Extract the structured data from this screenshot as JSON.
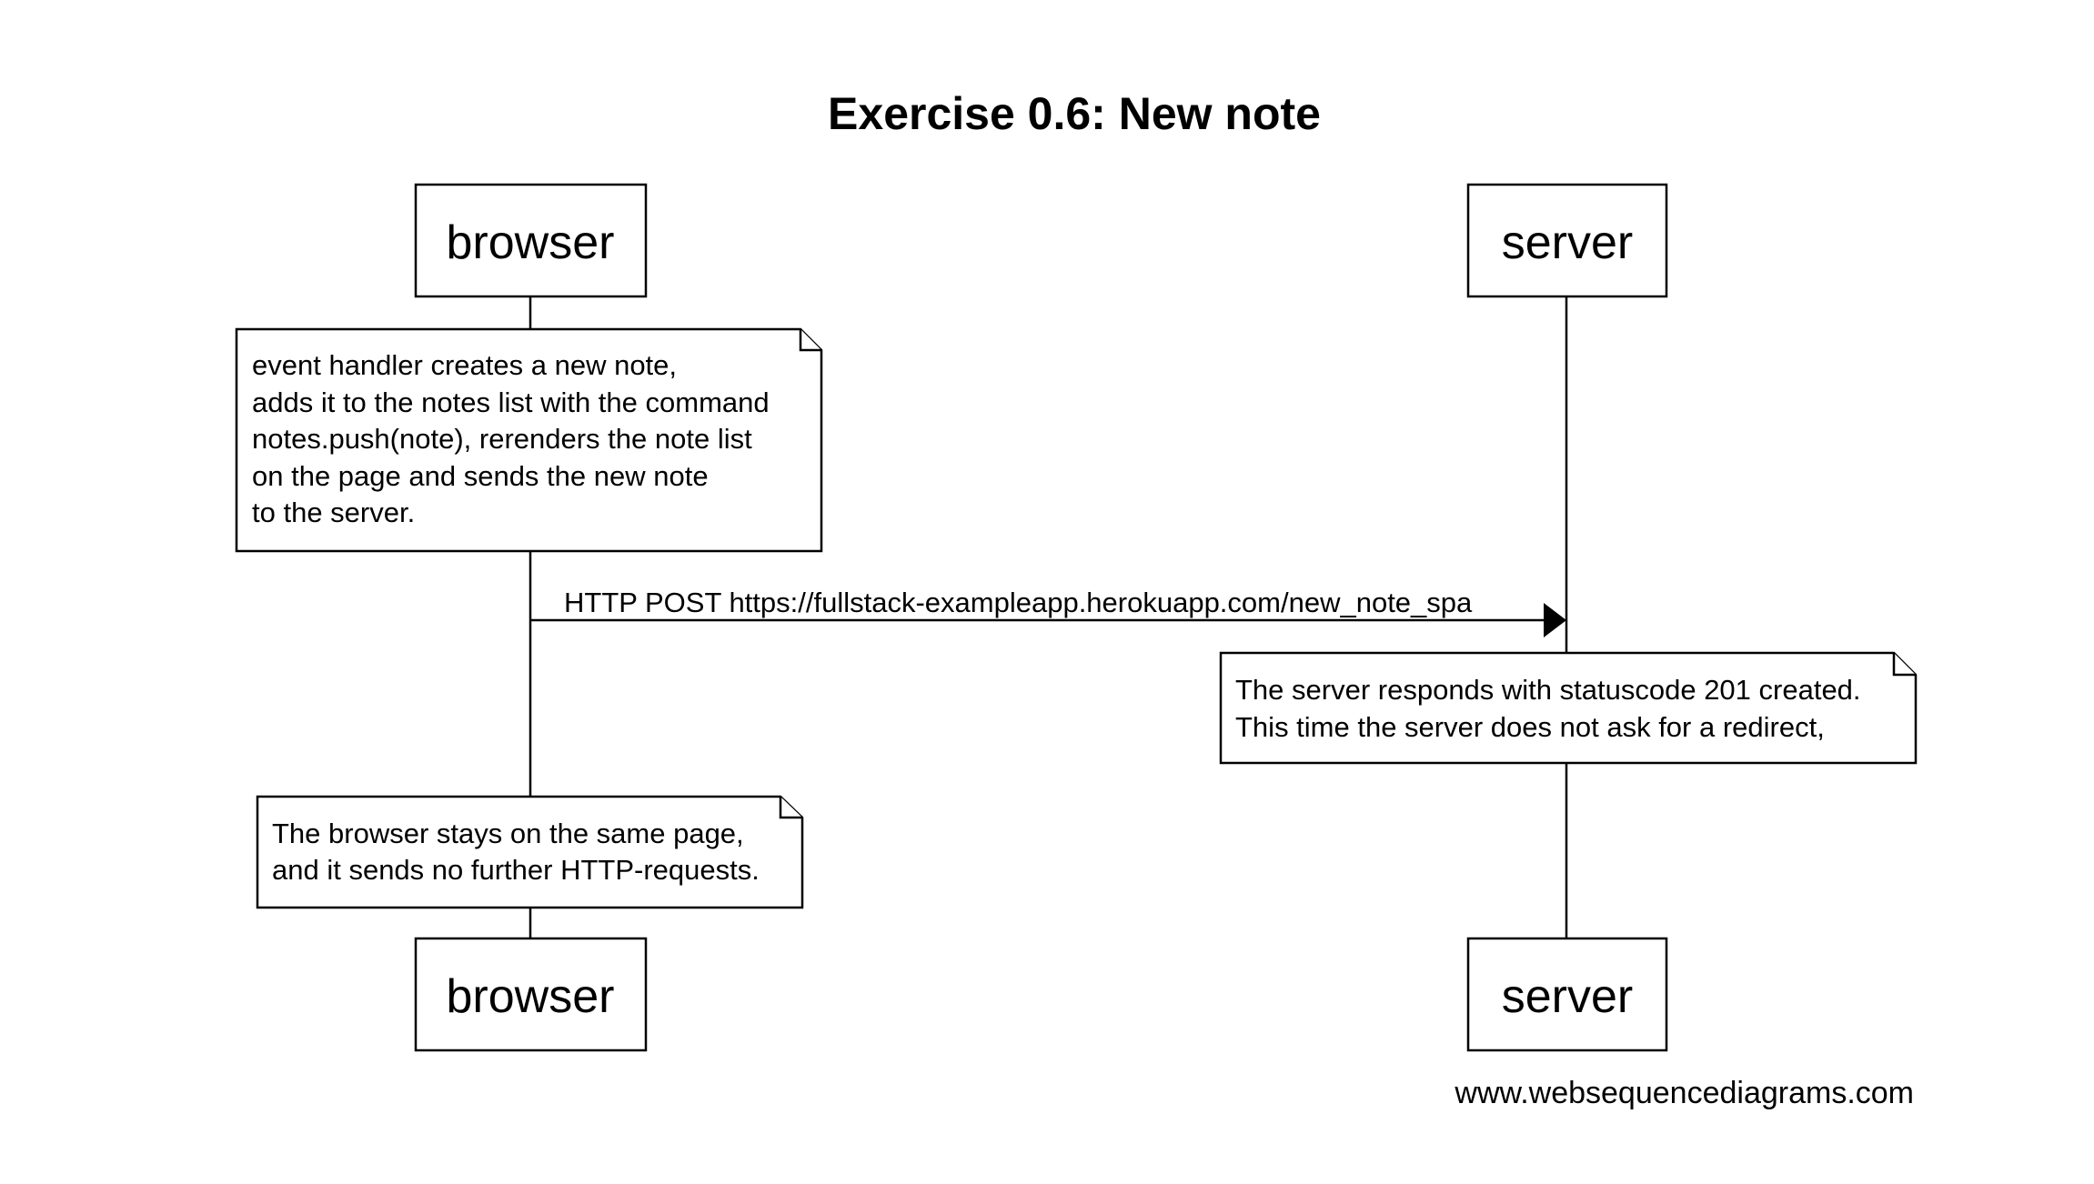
{
  "diagram": {
    "title": "Exercise 0.6: New note",
    "participants": {
      "browser": "browser",
      "server": "server"
    },
    "notes": {
      "browser_event": [
        "event handler creates a new note,",
        "adds it to the notes list with the command",
        "notes.push(note), rerenders the note list",
        "on the page and sends the new note",
        "to the server."
      ],
      "server_response": [
        "The server responds with statuscode 201 created.",
        "This time the server does not ask for a redirect,"
      ],
      "browser_stays": [
        "The browser stays on the same page,",
        "and it sends no further HTTP-requests."
      ]
    },
    "message": "HTTP POST https://fullstack-exampleapp.herokuapp.com/new_note_spa",
    "watermark": "www.websequencediagrams.com"
  }
}
